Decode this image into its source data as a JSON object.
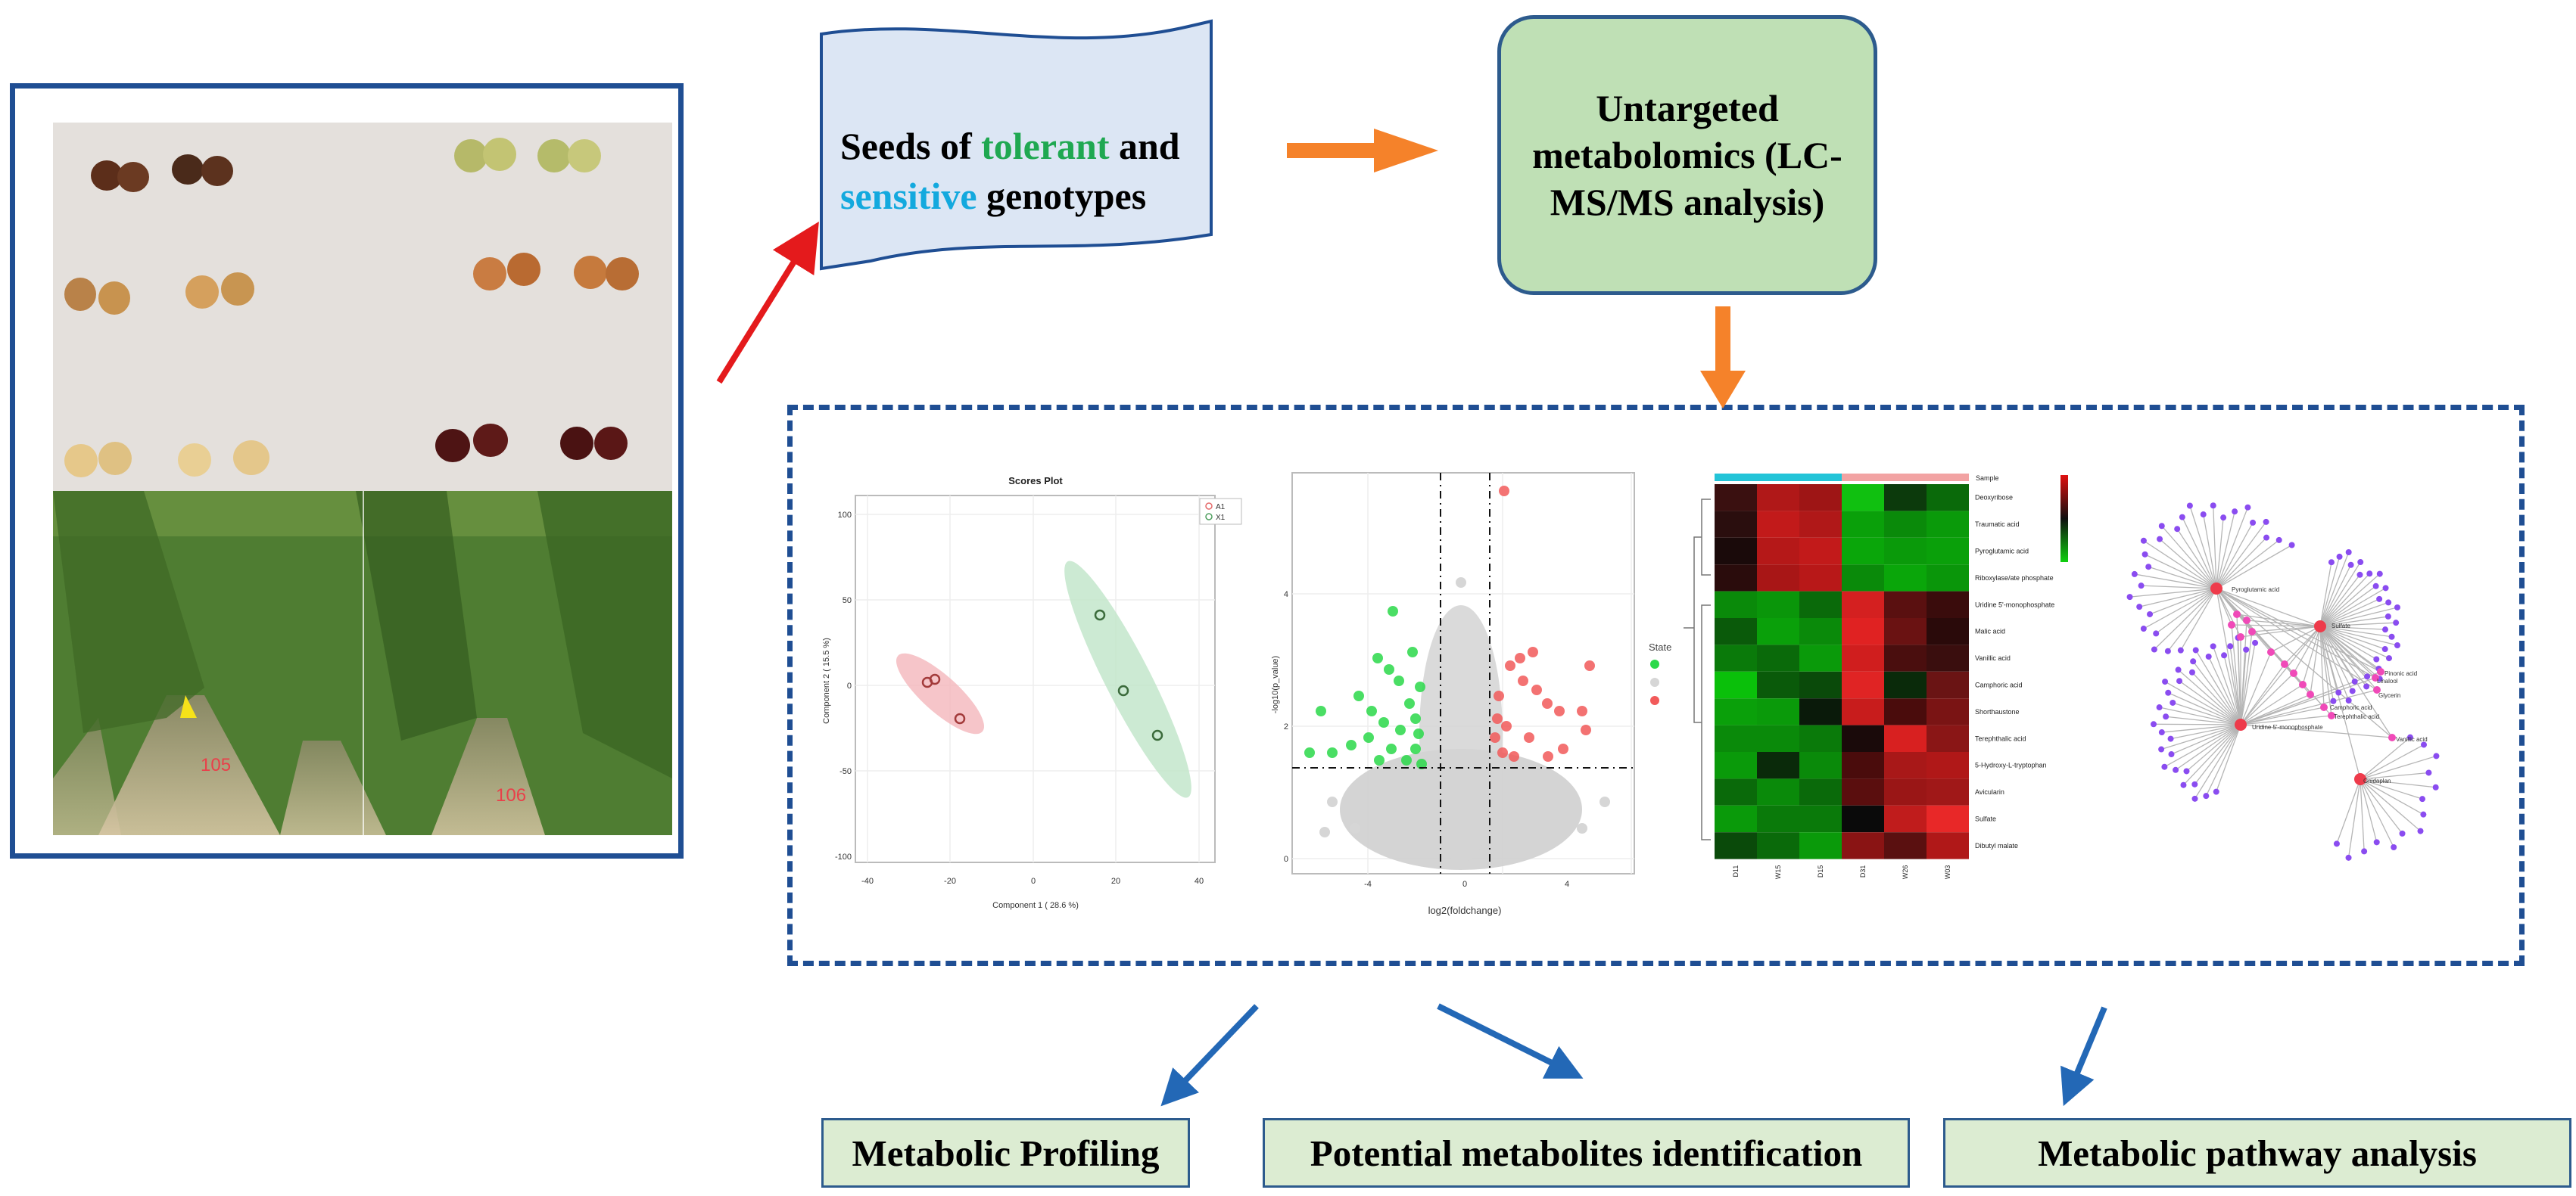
{
  "seed_box": {
    "line1_prefix": "Seeds of ",
    "tolerant_word": "tolerant",
    "line1_suffix": " and",
    "sensitive_word": "sensitive",
    "line2_suffix": " genotypes"
  },
  "method_box": {
    "label": "Untargeted metabolomics (LC-MS/MS analysis)"
  },
  "field_labels": [
    "105",
    "106"
  ],
  "outputs": [
    {
      "label": "Metabolic Profiling"
    },
    {
      "label": "Potential metabolites identification"
    },
    {
      "label": "Metabolic pathway analysis"
    }
  ],
  "scores_plot": {
    "title": "Scores Plot",
    "xlabel": "Component 1 ( 28.6 %)",
    "ylabel": "Component 2 ( 15.5 %)",
    "x_ticks": [
      "-40",
      "-20",
      "0",
      "20",
      "40"
    ],
    "y_ticks": [
      "100",
      "50",
      "0",
      "-50",
      "-100"
    ],
    "legend": [
      "A1",
      "X1"
    ]
  },
  "volcano_plot": {
    "xlabel": "log2(foldchange)",
    "ylabel": "-log10(p_value)",
    "x_ticks": [
      "-4",
      "0",
      "4"
    ],
    "y_ticks": [
      "0",
      "2",
      "4"
    ],
    "legend_title": "State"
  },
  "heatmap": {
    "legend_label": "Sample",
    "rows": [
      "Deoxyribose",
      "Traumatic acid",
      "Pyroglutamic acid",
      "Riboxylase/ate phosphate",
      "Uridine 5'-monophosphate",
      "Malic acid",
      "Vanillic acid",
      "Camphoric acid",
      "Shorthaustone",
      "Terephthalic acid",
      "5-Hydroxy-L-tryptophan",
      "Avicularin",
      "Sulfate",
      "Dibutyl malate"
    ],
    "cols": [
      "D11",
      "W15",
      "D15",
      "D31",
      "W26",
      "W03"
    ]
  },
  "network": {
    "hubs": [
      "Pyroglutamic acid",
      "Sulfate",
      "Uridine 5'-monophosphate",
      "Gnidaplan"
    ],
    "labels": [
      "Pinonic acid",
      "Glycerin",
      "Linalool",
      "Camphoric acid",
      "Terephthalic acid",
      "Vanillic acid"
    ]
  },
  "colors": {
    "frame_blue": "#1f4e93",
    "arrow_red": "#e41a1c",
    "arrow_orange": "#f5822a",
    "arrow_blue": "#2368b6",
    "wave_fill": "#dce6f4",
    "method_fill": "#bfe0b5"
  }
}
